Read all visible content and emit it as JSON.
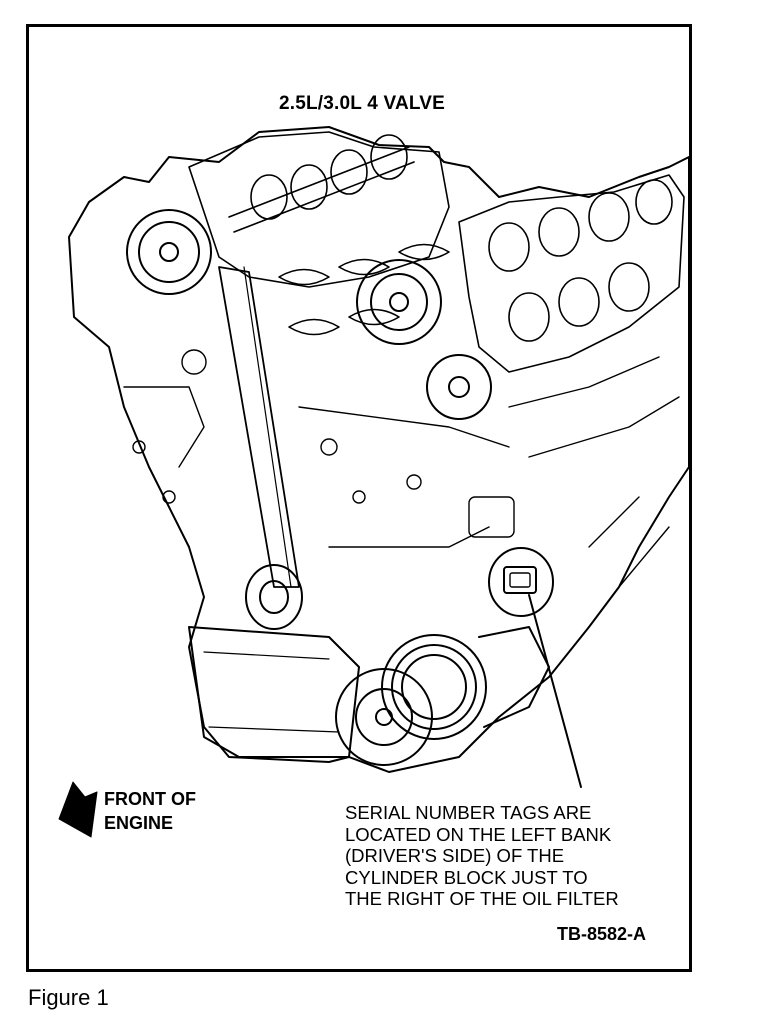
{
  "figure": {
    "title": "2.5L/3.0L 4 VALVE",
    "front_label_lines": [
      "FRONT OF",
      "ENGINE"
    ],
    "note_lines": [
      "SERIAL NUMBER TAGS ARE",
      "LOCATED ON THE LEFT BANK",
      "(DRIVER'S SIDE) OF THE",
      "CYLINDER BLOCK JUST TO",
      "THE RIGHT OF THE OIL FILTER"
    ],
    "drawing_code": "TB-8582-A",
    "caption": "Figure 1"
  },
  "illustration": {
    "subject": "engine-line-drawing",
    "line_color": "#000000",
    "background_color": "#ffffff"
  }
}
